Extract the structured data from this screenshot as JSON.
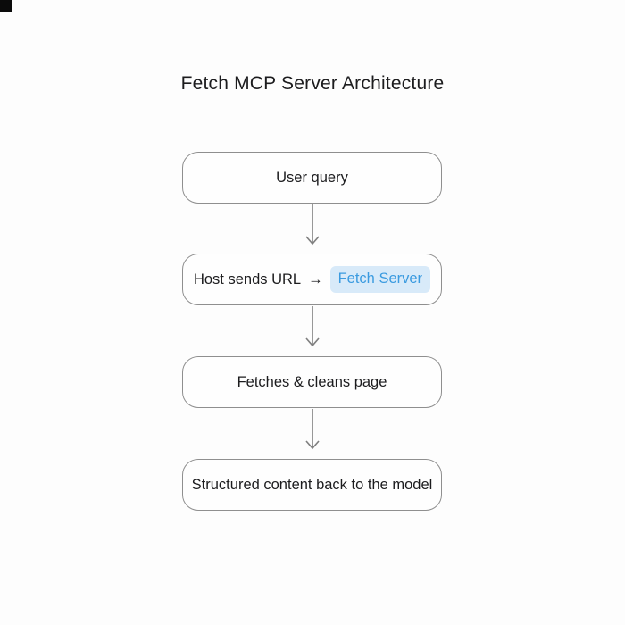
{
  "title": "Fetch MCP Server Architecture",
  "flow": {
    "nodes": [
      {
        "label": "User query"
      },
      {
        "prefix": "Host sends URL",
        "arrow": "→",
        "highlight": "Fetch Server"
      },
      {
        "label": "Fetches & cleans page"
      },
      {
        "label": "Structured content back to the model"
      }
    ]
  },
  "icons": [
    {
      "name": "down-arrow-icon",
      "count": 3
    },
    {
      "name": "corner-mark",
      "shape": "black-square"
    }
  ],
  "colors": {
    "page_bg": "#fdfdfd",
    "node_bg": "#fefefe",
    "node_border": "#8f8f8f",
    "text": "#1c1c1e",
    "arrow": "#7f7f7f",
    "highlight_text": "#3b9be0",
    "highlight_bg": "#d8eaf9",
    "corner_mark": "#0b0b0b"
  }
}
